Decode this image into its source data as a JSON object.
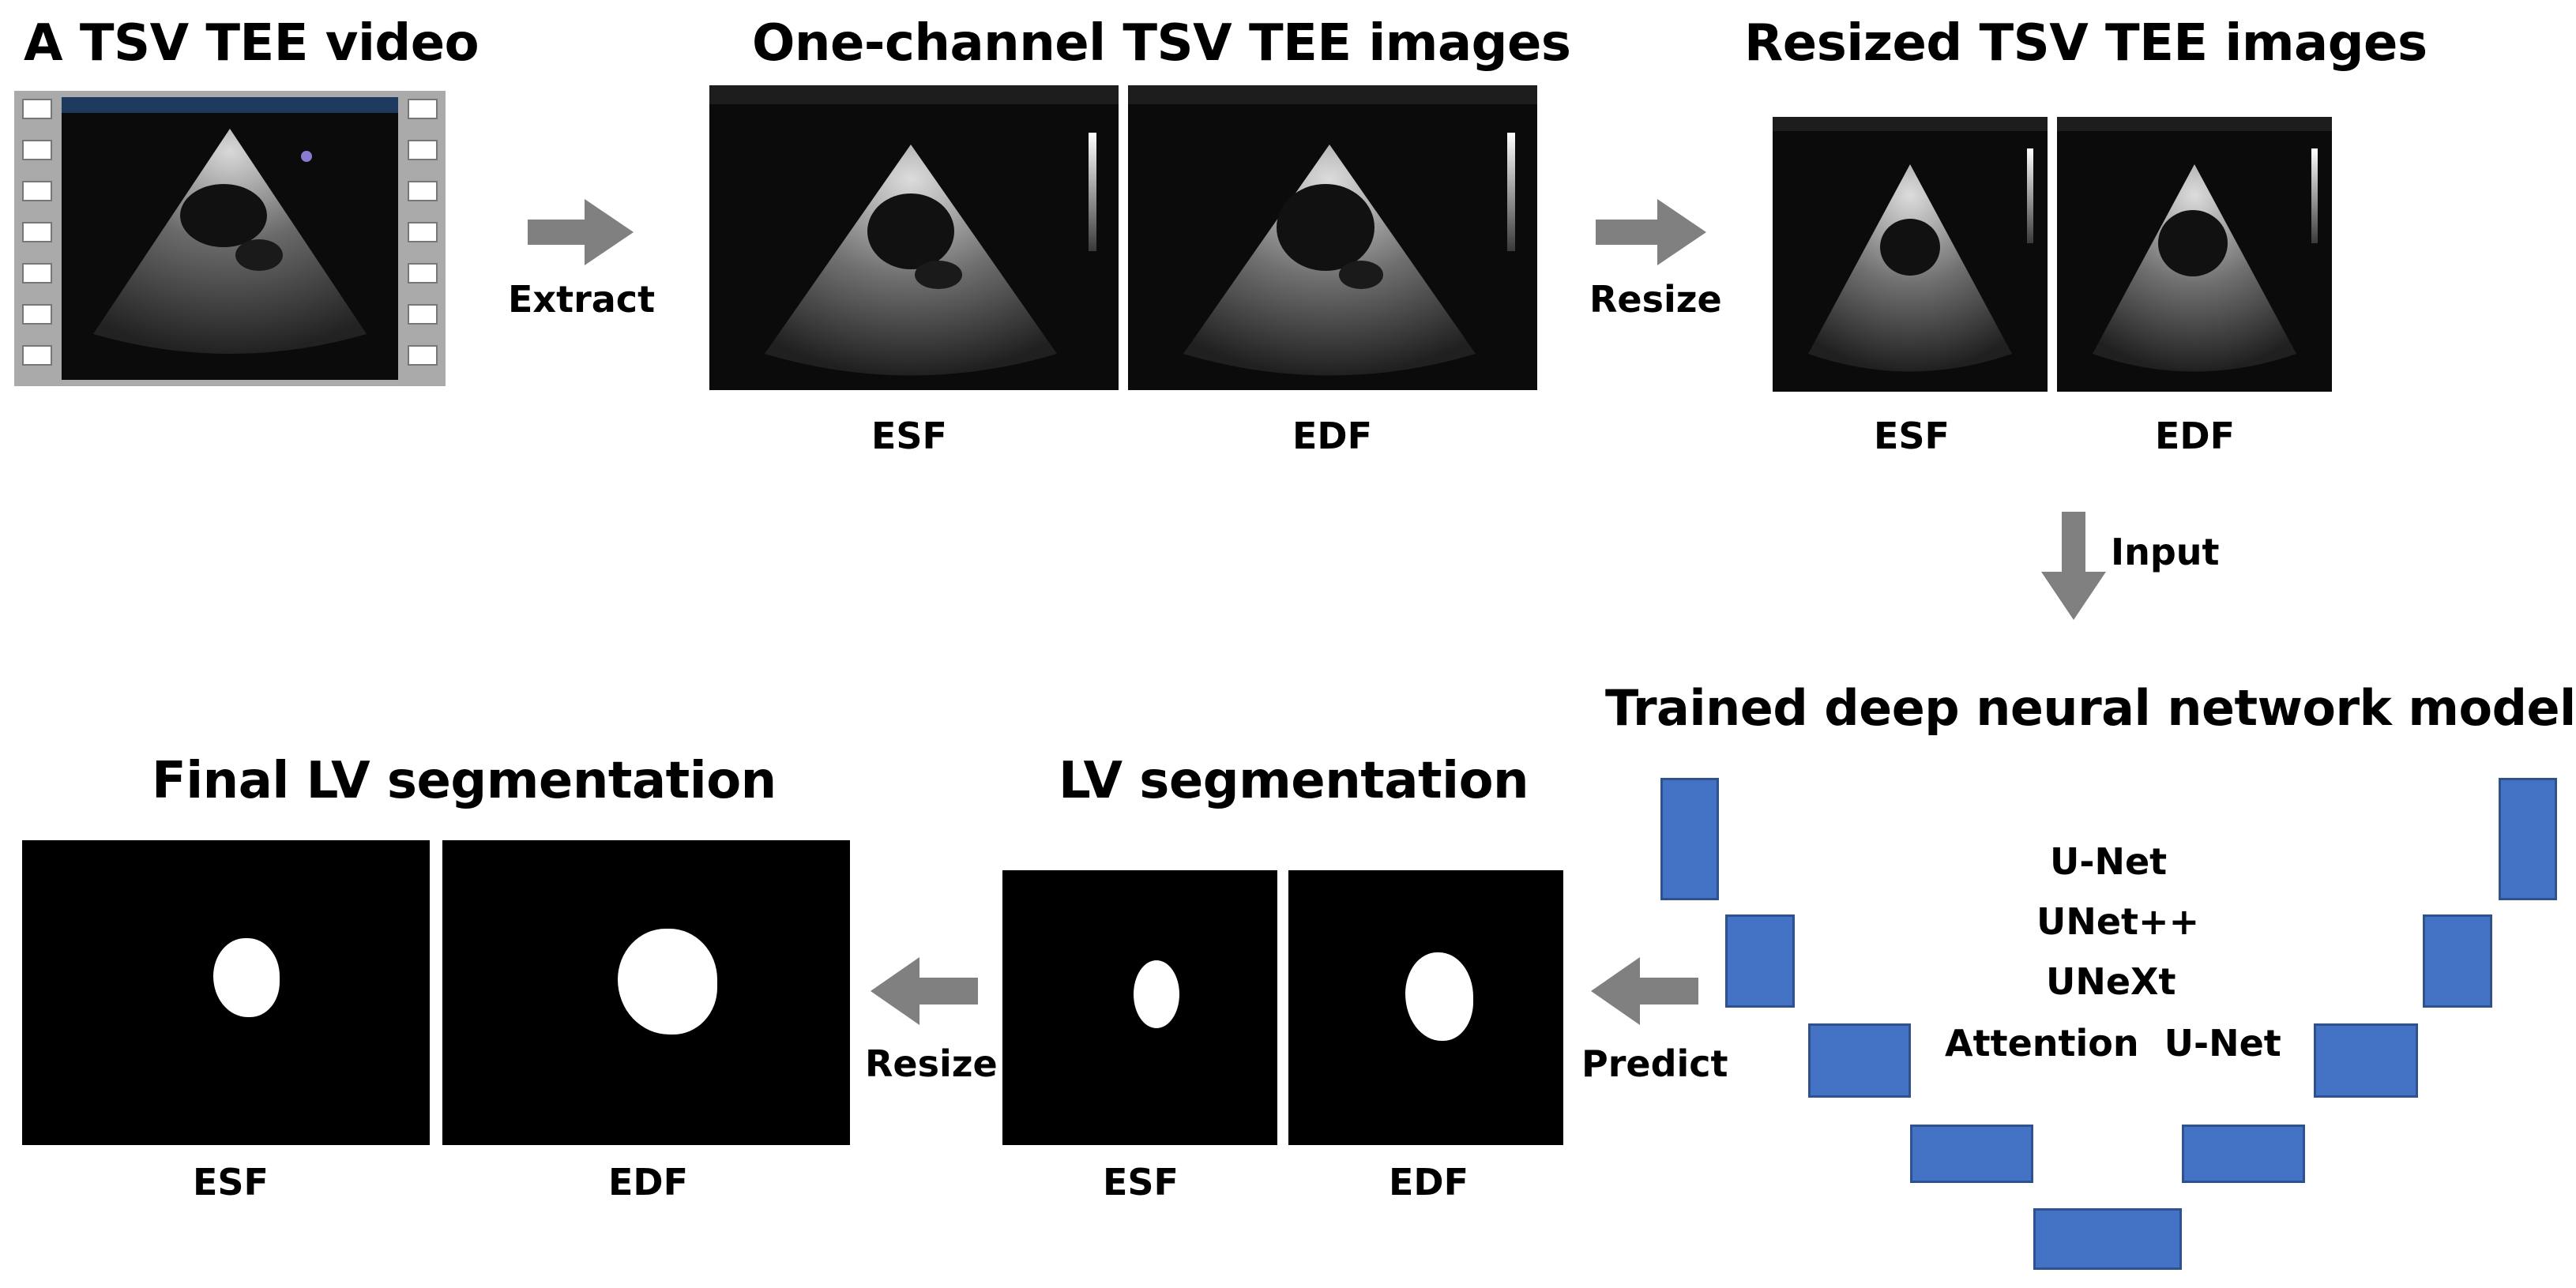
{
  "titles": {
    "video": "A TSV TEE video",
    "one_channel": "One-channel TSV TEE images",
    "resized": "Resized TSV TEE images",
    "trained": "Trained deep neural network models",
    "lv_seg": "LV segmentation",
    "final": "Final LV segmentation"
  },
  "arrows": {
    "extract": "Extract",
    "resize_top": "Resize",
    "input": "Input",
    "predict": "Predict",
    "resize_bottom": "Resize"
  },
  "frames": {
    "esf": "ESF",
    "edf": "EDF"
  },
  "models": [
    "U-Net",
    "UNet++",
    "UNeXt",
    "Attention  U-Net"
  ],
  "colors": {
    "arrow": "#808080",
    "block": "#4472c4",
    "block_border": "#2f528f",
    "mask_bg": "#000000",
    "mask_fg": "#ffffff"
  }
}
